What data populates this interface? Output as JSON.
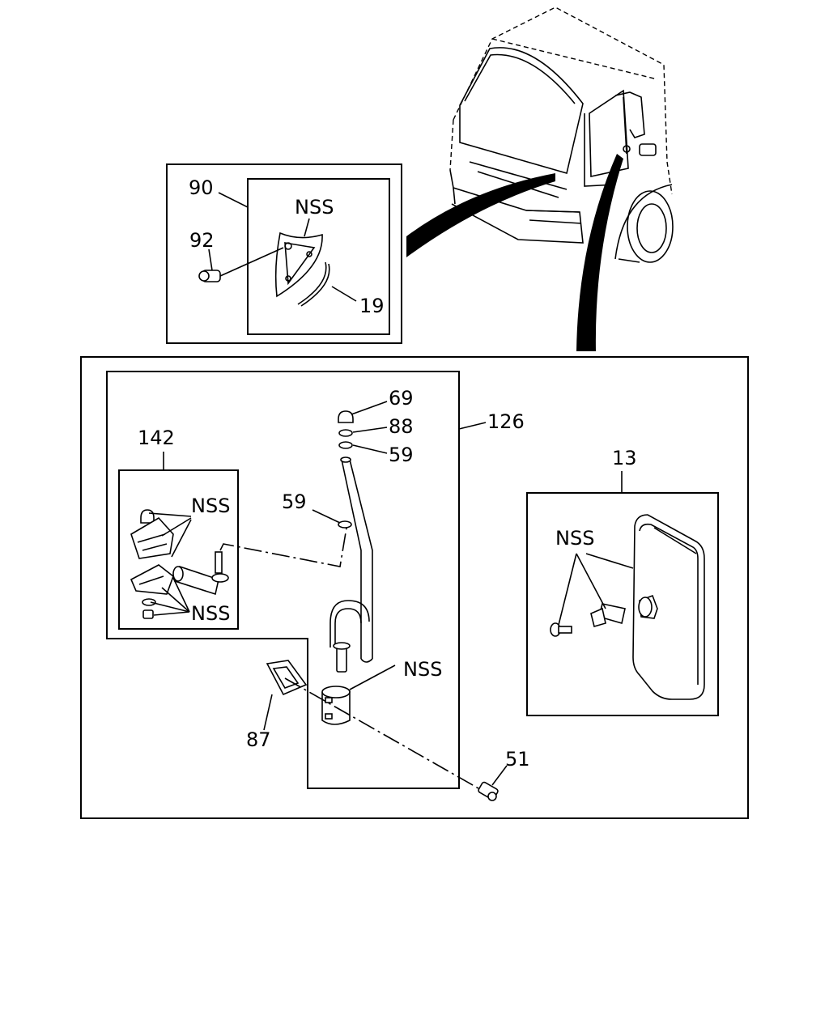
{
  "labels": {
    "l90": "90",
    "l92": "92",
    "l19": "19",
    "l126": "126",
    "l142": "142",
    "l13": "13",
    "l69": "69",
    "l88": "88",
    "l59_top": "59",
    "l59_mid": "59",
    "l87": "87",
    "l51": "51",
    "nss_window": "NSS",
    "nss_bracket_top": "NSS",
    "nss_bracket_bottom": "NSS",
    "nss_mirror": "NSS",
    "nss_base": "NSS"
  },
  "colors": {
    "ink": "#000000",
    "paper": "#ffffff"
  }
}
